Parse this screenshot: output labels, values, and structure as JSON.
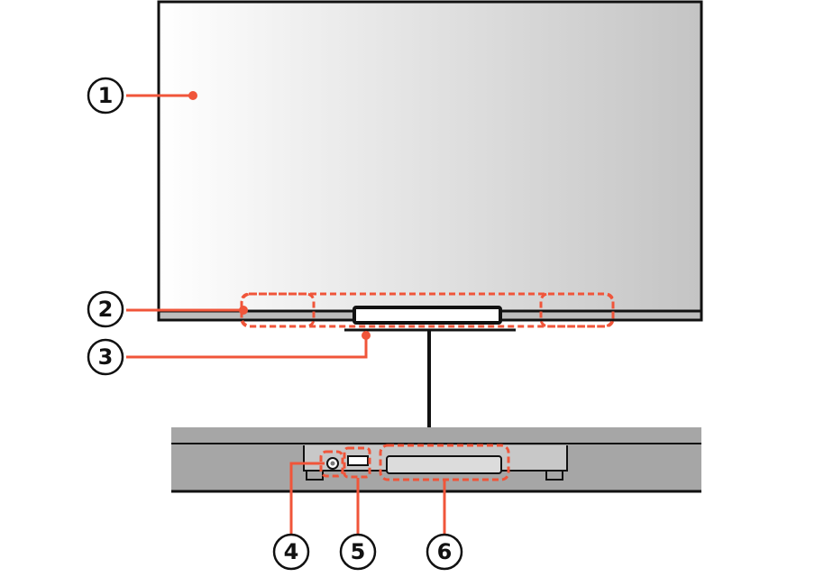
{
  "colors": {
    "accent": "#f0553a",
    "outline": "#111111",
    "panel_light": "#ffffff",
    "panel_dark": "#c4c4c4",
    "bar_fill": "#a6a6a6"
  },
  "callouts": {
    "c1": "1",
    "c2": "2",
    "c3": "3",
    "c4": "4",
    "c5": "5",
    "c6": "6"
  }
}
